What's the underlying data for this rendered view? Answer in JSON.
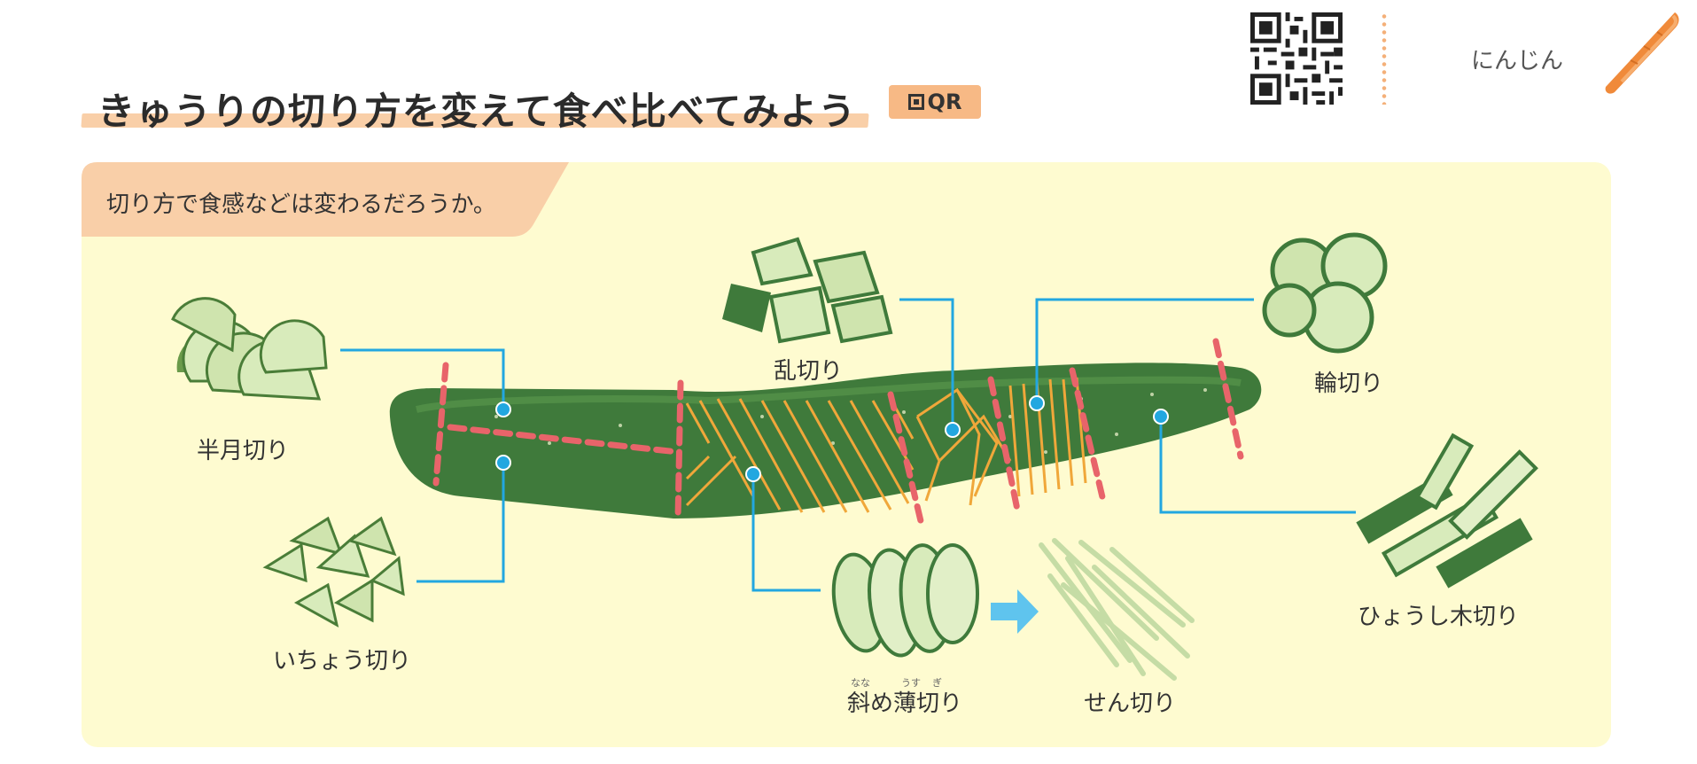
{
  "header": {
    "title": "きゅうりの切り方を変えて食べ比べてみよう",
    "qr_badge_label": "QR",
    "subject": "にんじん"
  },
  "panel": {
    "question": "切り方で食感などは変わるだろうか。"
  },
  "cuts": {
    "hangetsu": "半月切り",
    "icho": "いちょう切り",
    "ran": "乱切り",
    "naname": "斜め薄切り",
    "naname_ruby_1": "なな",
    "naname_ruby_2": "うす",
    "naname_ruby_3": "ぎ",
    "sen": "せん切り",
    "wa": "輪切り",
    "hyoshigi": "ひょうし木切り"
  },
  "colors": {
    "title_underline": "#f9cfa8",
    "panel_bg": "#fefbd0",
    "tab_bg": "#f9cfa8",
    "leader_line": "#22a7e0",
    "cut_red": "#e8646a",
    "cut_orange": "#f0a73a",
    "cucumber": "#3f7a3b"
  },
  "icons": [
    "qr-code-icon",
    "carrot-icon",
    "arrow-right-icon"
  ]
}
